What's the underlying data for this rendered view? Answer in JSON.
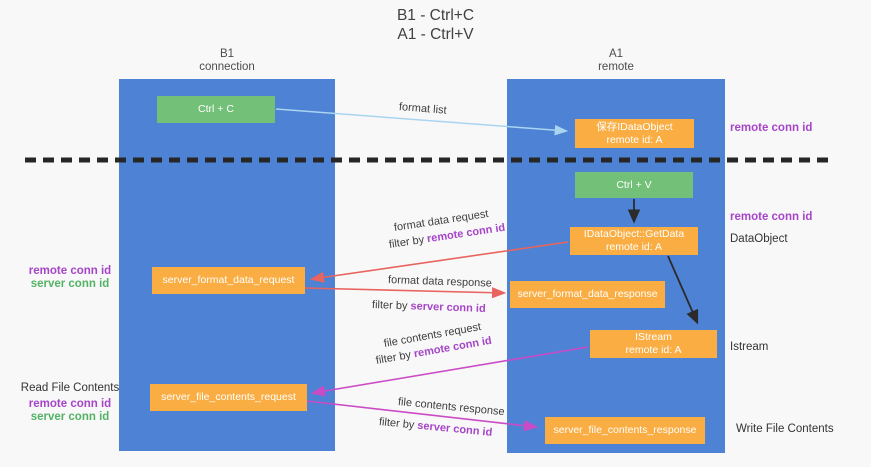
{
  "title": {
    "line1": "B1 - Ctrl+C",
    "line2": "A1 - Ctrl+V"
  },
  "lifelines": {
    "b1": {
      "name": "B1",
      "subtitle": "connection"
    },
    "a1": {
      "name": "A1",
      "subtitle": "remote"
    }
  },
  "nodes": {
    "ctrl_c": {
      "label": "Ctrl + C"
    },
    "save_dataobject": {
      "line1": "保存IDataObject",
      "line2": "remote id: A"
    },
    "ctrl_v": {
      "label": "Ctrl + V"
    },
    "getdata": {
      "line1": "IDataObject::GetData",
      "line2": "remote id: A"
    },
    "format_request": {
      "label": "server_format_data_request"
    },
    "format_response": {
      "label": "server_format_data_response"
    },
    "istream": {
      "line1": "IStream",
      "line2": "remote id: A"
    },
    "file_request": {
      "label": "server_file_contents_request"
    },
    "file_response": {
      "label": "server_file_contents_response"
    }
  },
  "arrow_labels": {
    "format_list": "format list",
    "format_data_request": {
      "text": "format data request",
      "filter_prefix": "filter by ",
      "filter_key": "remote conn id"
    },
    "format_data_response": {
      "text": "format data response",
      "filter_prefix": "filter by ",
      "filter_key": "server conn id"
    },
    "file_contents_request": {
      "text": "file contents request",
      "filter_prefix": "filter by ",
      "filter_key": "remote conn id"
    },
    "file_contents_response": {
      "text": "file contents response",
      "filter_prefix": "filter by ",
      "filter_key": "server conn id"
    }
  },
  "annotations": {
    "right_remote_conn_id_1": "remote conn id",
    "right_remote_conn_id_2": "remote conn id",
    "right_dataobject": "DataObject",
    "right_istream": "Istream",
    "right_write_file": "Write File Contents",
    "left_remote_conn_id_1": "remote conn id",
    "left_server_conn_id_1": "server conn id",
    "left_read_file": "Read File Contents",
    "left_remote_conn_id_2": "remote conn id",
    "left_server_conn_id_2": "server conn id"
  },
  "colors": {
    "lifeline_blue": "#4d82d4",
    "node_green": "#73c078",
    "node_orange": "#f9ad42",
    "arrow_red": "#e8645f",
    "arrow_magenta": "#cb4bc7",
    "arrow_lightblue": "#a9d5f0",
    "arrow_black": "#2b2b2b",
    "annotation_purple": "#a645c8",
    "annotation_green": "#53b365"
  }
}
